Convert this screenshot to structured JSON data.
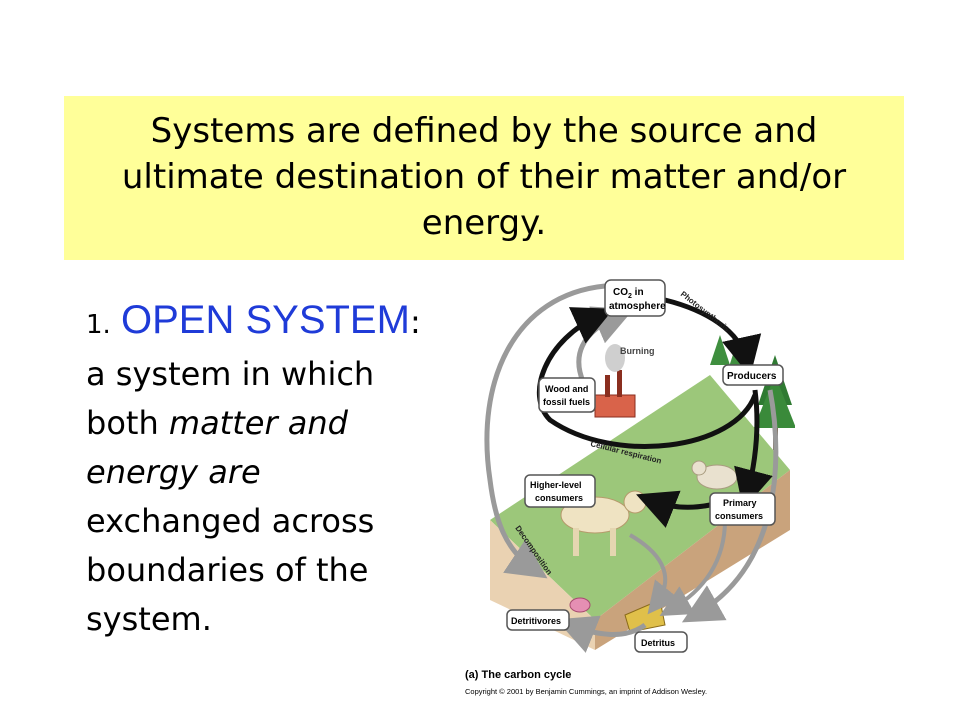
{
  "slide": {
    "title": "Systems are defined by the source and ultimate destination of their matter and/or energy.",
    "point_number": "1.",
    "term": "OPEN SYSTEM",
    "colon": ":",
    "definition_start": " a system in which both ",
    "definition_emphasis": "matter and energy are",
    "definition_end": " exchanged across boundaries of the system."
  },
  "figure": {
    "nodes": {
      "co2": "CO₂ in atmosphere",
      "co2_line1": "CO",
      "co2_sub": "2",
      "co2_line1b": " in",
      "co2_line2": "atmosphere",
      "producers": "Producers",
      "wood_line1": "Wood and",
      "wood_line2": "fossil fuels",
      "higher_line1": "Higher-level",
      "higher_line2": "consumers",
      "primary_line1": "Primary",
      "primary_line2": "consumers",
      "detritivores": "Detritivores",
      "detritus": "Detritus"
    },
    "arrows": {
      "photosynthesis": "Photosynthesis",
      "burning": "Burning",
      "cellular_respiration": "Cellular respiration",
      "decomposition": "Decomposition"
    },
    "caption": "(a) The carbon cycle",
    "copyright": "Copyright © 2001 by Benjamin Cummings, an imprint of Addison Wesley."
  },
  "colors": {
    "title_background": "#ffff99",
    "key_term": "#1f3bd8"
  }
}
